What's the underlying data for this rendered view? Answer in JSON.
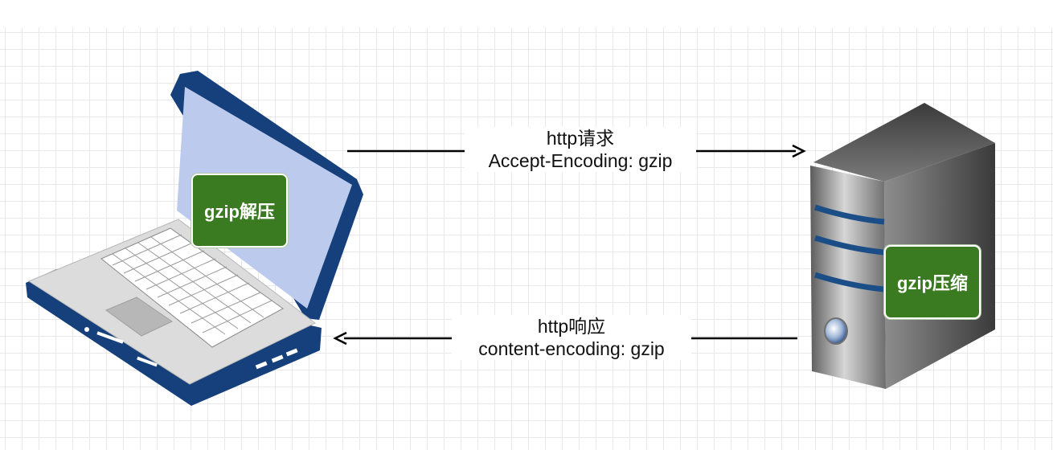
{
  "diagram": {
    "request": {
      "line1": "http请求",
      "line2": "Accept-Encoding: gzip"
    },
    "response": {
      "line1": "http响应",
      "line2": "content-encoding: gzip"
    },
    "client_badge": "gzip解压",
    "server_badge": "gzip压缩"
  },
  "colors": {
    "badge_green": "#3a7a21",
    "laptop_frame": "#15407c",
    "laptop_screen": "#bccbed",
    "server_stripe": "#1b4d86"
  }
}
